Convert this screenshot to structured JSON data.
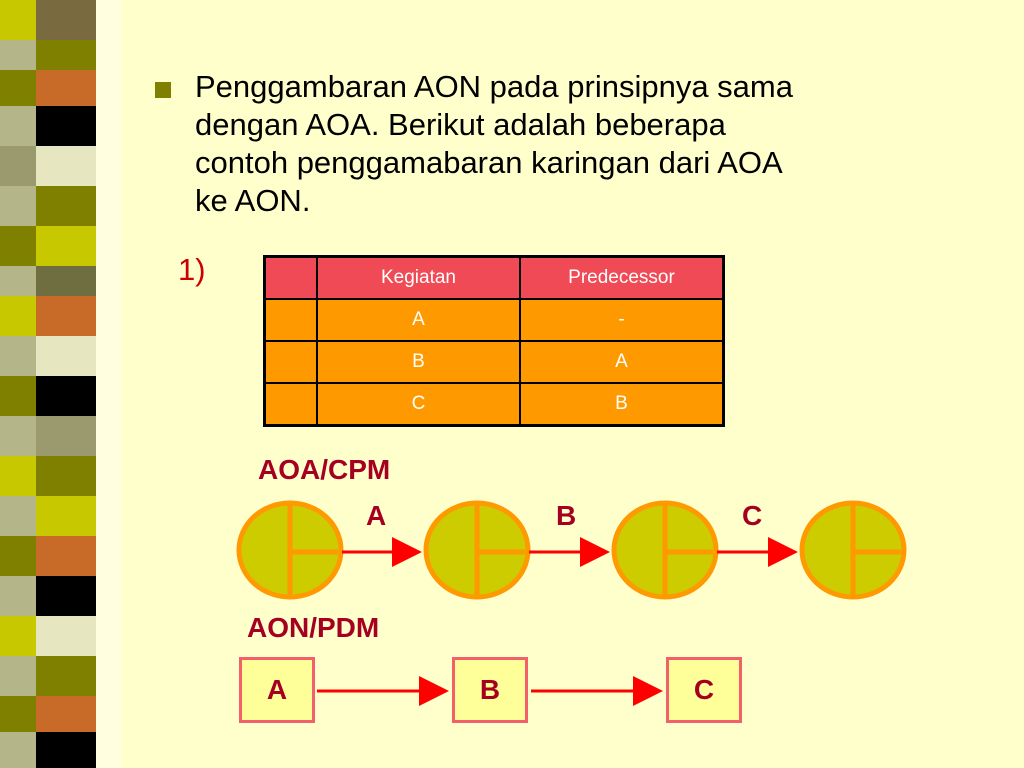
{
  "slide": {
    "bullet_text": "Penggambaran AON pada prinsipnya sama\ndengan AOA. Berikut adalah beberapa\ncontoh penggamabaran karingan dari AOA\nke AON.",
    "number_label": "1)"
  },
  "table": {
    "headers": [
      "",
      "Kegiatan",
      "Predecessor"
    ],
    "rows": [
      [
        "",
        "A",
        "-"
      ],
      [
        "",
        "B",
        "A"
      ],
      [
        "",
        "C",
        "B"
      ]
    ]
  },
  "aoa": {
    "title": "AOA/CPM",
    "activities": [
      "A",
      "B",
      "C"
    ]
  },
  "aon": {
    "title": "AON/PDM",
    "nodes": [
      "A",
      "B",
      "C"
    ]
  },
  "colors": {
    "background": "#FFFFCC",
    "node_fill": "#CCCC00",
    "node_border": "#FF9900",
    "arrow": "#FF0000",
    "label": "#A50021",
    "table_header": "#EF4A55",
    "table_body": "#FF9900"
  }
}
